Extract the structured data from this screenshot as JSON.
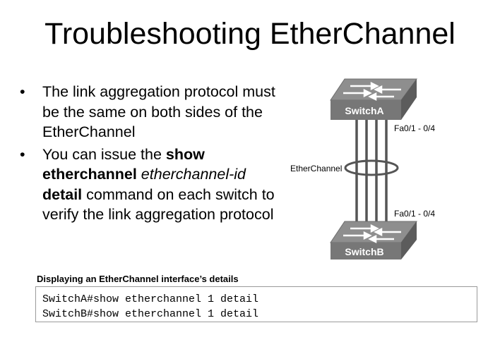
{
  "slide": {
    "title": "Troubleshooting EtherChannel"
  },
  "bullets": [
    {
      "text": "The link aggregation protocol must be the same on both sides of the EtherChannel"
    },
    {
      "part1": "You can issue the ",
      "bold1": "show etherchannel",
      "italic1": " etherchannel-id",
      "bold2": " detail",
      "part2": " command on each switch to verify the link aggregation protocol"
    }
  ],
  "diagram": {
    "switch_a_label": "SwitchA",
    "switch_b_label": "SwitchB",
    "ports_top": "Fa0/1 - 0/4",
    "ports_bottom": "Fa0/1 - 0/4",
    "etherchannel_label": "EtherChannel",
    "link_count": 4,
    "icon": "switch-icon"
  },
  "code": {
    "caption": "Displaying an EtherChannel interface’s details",
    "lines": [
      "SwitchA#show etherchannel 1 detail",
      "SwitchB#show etherchannel 1 detail"
    ]
  }
}
